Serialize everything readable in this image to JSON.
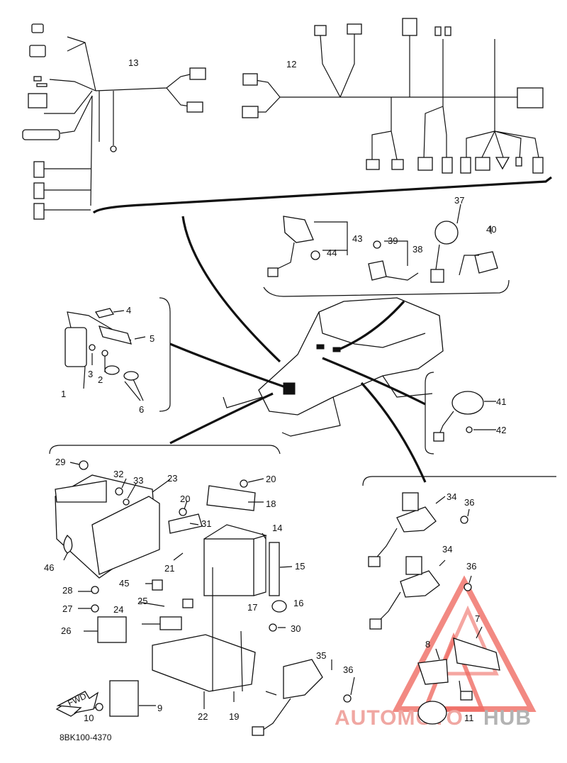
{
  "diagram": {
    "part_code": "8BK100-4370",
    "fwd_label": "FWD",
    "watermark": {
      "part1": "AUTOMOTO",
      "part2": "HUB"
    },
    "callouts": [
      {
        "id": "c1",
        "label": "1"
      },
      {
        "id": "c2",
        "label": "2"
      },
      {
        "id": "c3",
        "label": "3"
      },
      {
        "id": "c4",
        "label": "4"
      },
      {
        "id": "c5",
        "label": "5"
      },
      {
        "id": "c6",
        "label": "6"
      },
      {
        "id": "c7",
        "label": "7"
      },
      {
        "id": "c8",
        "label": "8"
      },
      {
        "id": "c9",
        "label": "9"
      },
      {
        "id": "c10",
        "label": "10"
      },
      {
        "id": "c11",
        "label": "11"
      },
      {
        "id": "c12",
        "label": "12"
      },
      {
        "id": "c13",
        "label": "13"
      },
      {
        "id": "c14",
        "label": "14"
      },
      {
        "id": "c15",
        "label": "15"
      },
      {
        "id": "c16",
        "label": "16"
      },
      {
        "id": "c17",
        "label": "17"
      },
      {
        "id": "c18",
        "label": "18"
      },
      {
        "id": "c19",
        "label": "19"
      },
      {
        "id": "c20a",
        "label": "20"
      },
      {
        "id": "c20b",
        "label": "20"
      },
      {
        "id": "c21",
        "label": "21"
      },
      {
        "id": "c22",
        "label": "22"
      },
      {
        "id": "c23",
        "label": "23"
      },
      {
        "id": "c24",
        "label": "24"
      },
      {
        "id": "c25",
        "label": "25"
      },
      {
        "id": "c26",
        "label": "26"
      },
      {
        "id": "c27",
        "label": "27"
      },
      {
        "id": "c28",
        "label": "28"
      },
      {
        "id": "c29",
        "label": "29"
      },
      {
        "id": "c30",
        "label": "30"
      },
      {
        "id": "c31",
        "label": "31"
      },
      {
        "id": "c32",
        "label": "32"
      },
      {
        "id": "c33",
        "label": "33"
      },
      {
        "id": "c34a",
        "label": "34"
      },
      {
        "id": "c34b",
        "label": "34"
      },
      {
        "id": "c35",
        "label": "35"
      },
      {
        "id": "c36a",
        "label": "36"
      },
      {
        "id": "c36b",
        "label": "36"
      },
      {
        "id": "c36c",
        "label": "36"
      },
      {
        "id": "c37",
        "label": "37"
      },
      {
        "id": "c38",
        "label": "38"
      },
      {
        "id": "c39",
        "label": "39"
      },
      {
        "id": "c40",
        "label": "40"
      },
      {
        "id": "c41",
        "label": "41"
      },
      {
        "id": "c42",
        "label": "42"
      },
      {
        "id": "c43",
        "label": "43"
      },
      {
        "id": "c44",
        "label": "44"
      },
      {
        "id": "c45",
        "label": "45"
      },
      {
        "id": "c46",
        "label": "46"
      }
    ]
  }
}
